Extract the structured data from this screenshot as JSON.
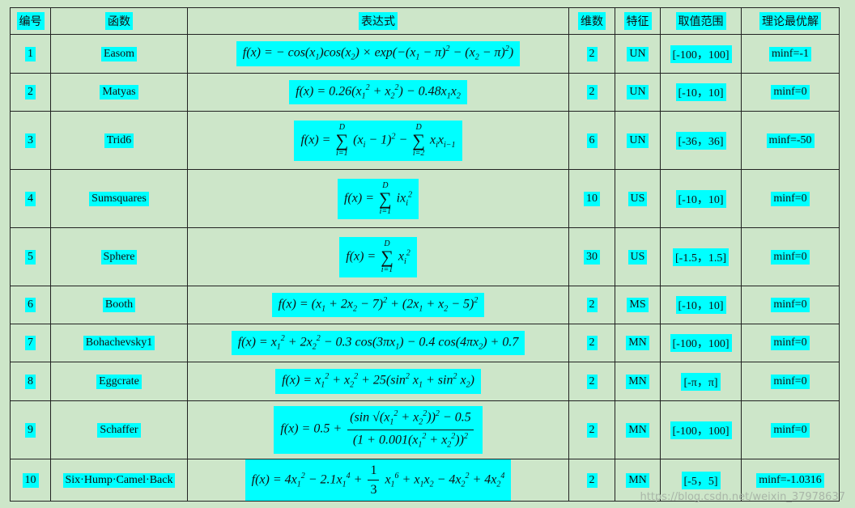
{
  "headers": {
    "id": "编号",
    "name": "函数",
    "expr": "表达式",
    "dim": "维数",
    "feature": "特征",
    "range": "取值范围",
    "optimum": "理论最优解"
  },
  "rows": [
    {
      "id": "1",
      "name": "Easom",
      "dim": "2",
      "feature": "UN",
      "range": "[-100，100]",
      "optimum": "minf=-1"
    },
    {
      "id": "2",
      "name": "Matyas",
      "dim": "2",
      "feature": "UN",
      "range": "[-10，10]",
      "optimum": "minf=0"
    },
    {
      "id": "3",
      "name": "Trid6",
      "dim": "6",
      "feature": "UN",
      "range": "[-36，36]",
      "optimum": "minf=-50"
    },
    {
      "id": "4",
      "name": "Sumsquares",
      "dim": "10",
      "feature": "US",
      "range": "[-10，10]",
      "optimum": "minf=0"
    },
    {
      "id": "5",
      "name": "Sphere",
      "dim": "30",
      "feature": "US",
      "range": "[-1.5，1.5]",
      "optimum": "minf=0"
    },
    {
      "id": "6",
      "name": "Booth",
      "dim": "2",
      "feature": "MS",
      "range": "[-10，10]",
      "optimum": "minf=0"
    },
    {
      "id": "7",
      "name": "Bohachevsky1",
      "dim": "2",
      "feature": "MN",
      "range": "[-100，100]",
      "optimum": "minf=0"
    },
    {
      "id": "8",
      "name": "Eggcrate",
      "dim": "2",
      "feature": "MN",
      "range": "[-π，π]",
      "optimum": "minf=0"
    },
    {
      "id": "9",
      "name": "Schaffer",
      "dim": "2",
      "feature": "MN",
      "range": "[-100，100]",
      "optimum": "minf=0"
    },
    {
      "id": "10",
      "name": "Six·Hump·Camel·Back",
      "dim": "2",
      "feature": "MN",
      "range": "[-5，5]",
      "optimum": "minf=-1.0316"
    }
  ],
  "watermark": "https://blog.csdn.net/weixin_37978637",
  "colors": {
    "background": "#cde6c9",
    "highlight": "#00ffff",
    "border": "#222222"
  }
}
